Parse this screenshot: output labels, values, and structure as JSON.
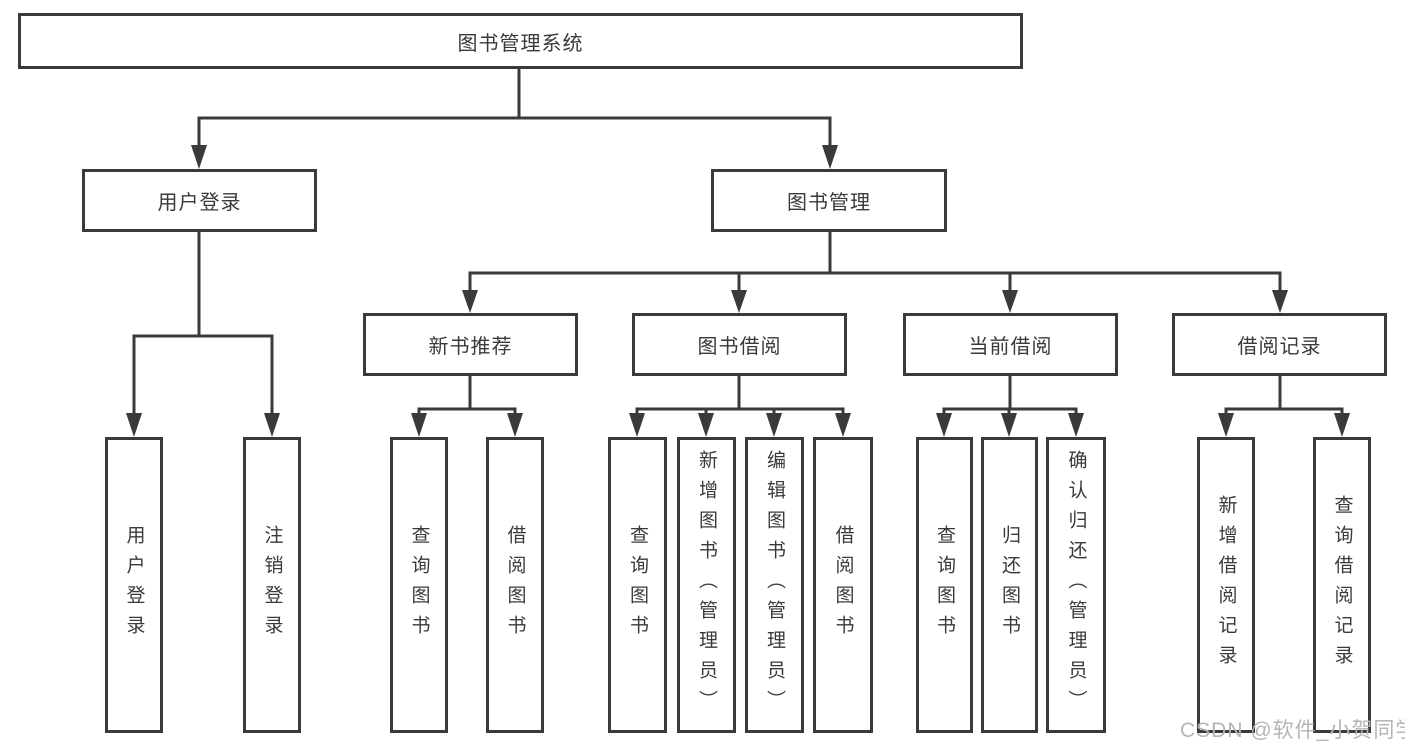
{
  "diagram": {
    "root": "图书管理系统",
    "branches": [
      {
        "label": "用户登录",
        "leaves": [
          "用户登录",
          "注销登录"
        ]
      },
      {
        "label": "图书管理",
        "groups": [
          {
            "label": "新书推荐",
            "leaves": [
              "查询图书",
              "借阅图书"
            ]
          },
          {
            "label": "图书借阅",
            "leaves": [
              "查询图书",
              "新增图书（管理员）",
              "编辑图书（管理员）",
              "借阅图书"
            ]
          },
          {
            "label": "当前借阅",
            "leaves": [
              "查询图书",
              "归还图书",
              "确认归还（管理员）"
            ]
          },
          {
            "label": "借阅记录",
            "leaves": [
              "新增借阅记录",
              "查询借阅记录"
            ]
          }
        ]
      }
    ]
  },
  "watermark": "CSDN @软件_小贺同学",
  "colors": {
    "line": "#3a3a3a",
    "text": "#3a3a3a",
    "watermark": "#b5b5b5",
    "background": "#ffffff"
  }
}
